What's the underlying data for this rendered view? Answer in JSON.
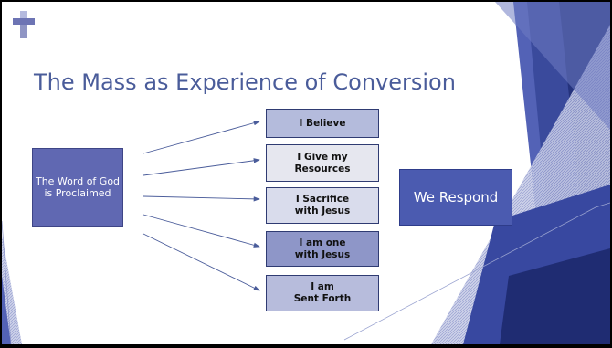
{
  "slide": {
    "title": "The Mass as Experience of Conversion",
    "source_box": "The Word of God\nis Proclaimed",
    "response_box": "We Respond",
    "steps": [
      {
        "label": "I Believe",
        "fill": "#b4bbdc"
      },
      {
        "label": "I Give my\nResources",
        "fill": "#e6e7ef"
      },
      {
        "label": "I Sacrifice\nwith Jesus",
        "fill": "#d9dcec"
      },
      {
        "label": "I am one\nwith Jesus",
        "fill": "#8e96c8"
      },
      {
        "label": "I am\nSent Forth",
        "fill": "#b7bcdc"
      }
    ]
  },
  "colors": {
    "title": "#4a5c9a",
    "accent_dark": "#25337d",
    "accent_mid": "#5463b8",
    "source_fill": "#6068b2",
    "response_fill": "#4b5bb0"
  },
  "decor": {
    "corner_icon": "cross-icon"
  }
}
